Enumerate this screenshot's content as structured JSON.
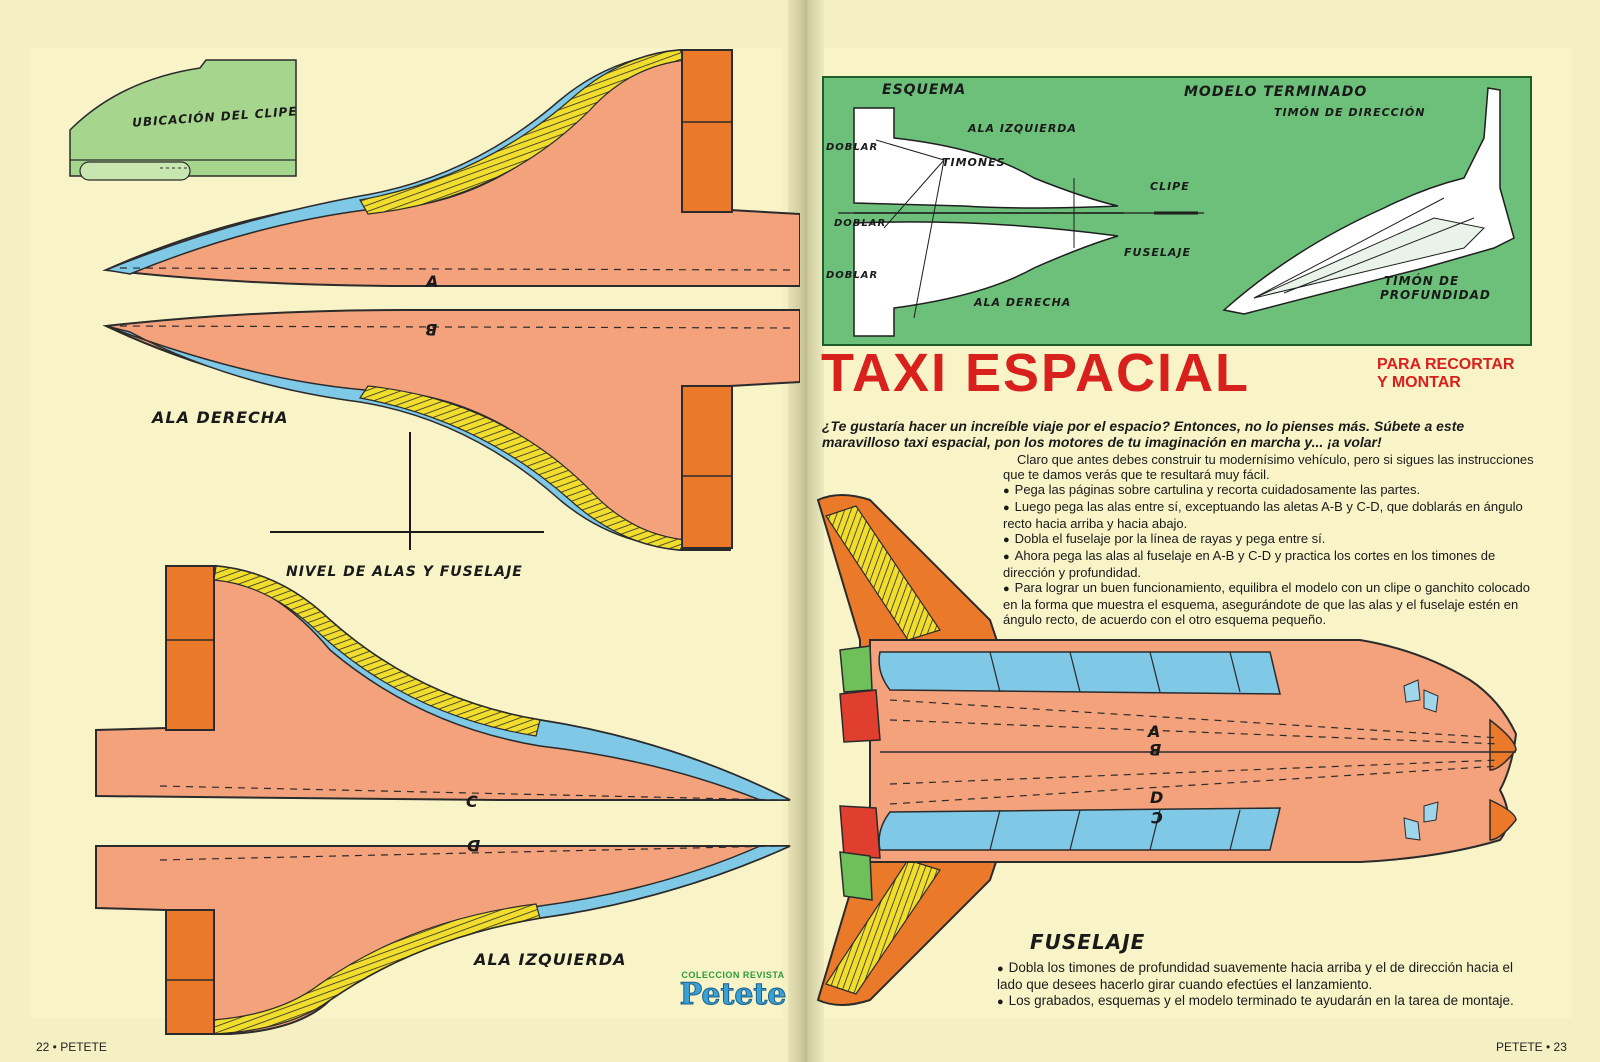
{
  "left_page": {
    "clip_label": "UBICACIÓN DEL CLIPE",
    "right_wing_label": "ALA DERECHA",
    "level_label": "NIVEL DE ALAS Y FUSELAJE",
    "left_wing_label": "ALA IZQUIERDA",
    "marks": {
      "a": "A",
      "b": "B",
      "c": "C",
      "d": "D"
    },
    "brand_small": "COLECCION REVISTA",
    "brand_big": "Petete",
    "folio": "22 • PETETE"
  },
  "schema": {
    "esquema": "ESQUEMA",
    "modelo": "MODELO TERMINADO",
    "ala_izquierda": "ALA IZQUIERDA",
    "doblar_1": "DOBLAR",
    "timones": "TIMONES",
    "clipe": "CLIPE",
    "doblar_2": "DOBLAR",
    "fuselaje": "FUSELAJE",
    "doblar_3": "DOBLAR",
    "ala_derecha": "ALA DERECHA",
    "timon_direccion": "TIMÓN DE DIRECCIÓN",
    "timon_profundidad_1": "TIMÓN DE",
    "timon_profundidad_2": "PROFUNDIDAD"
  },
  "article": {
    "title": "TAXI ESPACIAL",
    "subtitle_1": "PARA RECORTAR",
    "subtitle_2": "Y MONTAR",
    "intro": "¿Te gustaría hacer un increíble viaje por el espacio? Entonces, no lo pienses más. Súbete a este maravilloso taxi espacial, pon los motores de tu imaginación en marcha y... ¡a volar!",
    "p1": "Claro que antes debes construir tu modernísimo vehículo, pero si sigues las instrucciones que te damos verás que te resultará muy fácil.",
    "b1": "Pega las páginas sobre cartulina y recorta cuidadosamente las partes.",
    "b2": "Luego pega las alas entre sí, exceptuando las aletas A-B y C-D, que doblarás en ángulo recto hacia arriba y hacia abajo.",
    "b3": "Dobla el fuselaje por la línea de rayas y pega entre sí.",
    "b4": "Ahora pega las alas al fuselaje en A-B y C-D y practica los cortes en los timones de dirección y profundidad.",
    "b5": "Para lograr un buen funcionamiento, equilibra el modelo con un clipe o ganchito colocado en la forma que muestra el esquema, asegurándote de que las alas y el fuselaje estén en ángulo recto, de acuerdo con el otro esquema pequeño."
  },
  "fuselage": {
    "label": "FUSELAJE",
    "marks": {
      "a": "A",
      "b": "B",
      "d": "D",
      "c": "C"
    },
    "b1": "Dobla los timones de profundidad suavemente hacia arriba y el de dirección hacia el lado que desees hacerlo girar cuando efectúes el lanzamiento.",
    "b2": "Los grabados, esquemas y el modelo terminado te ayudarán en la tarea de montaje.",
    "folio": "PETETE • 23"
  },
  "colors": {
    "salmon": "#f3a27c",
    "blue": "#7fc8e6",
    "orange": "#ea7a2a",
    "yellow": "#f1dd2e",
    "green": "#6cc07a",
    "red_title": "#d8201c"
  }
}
